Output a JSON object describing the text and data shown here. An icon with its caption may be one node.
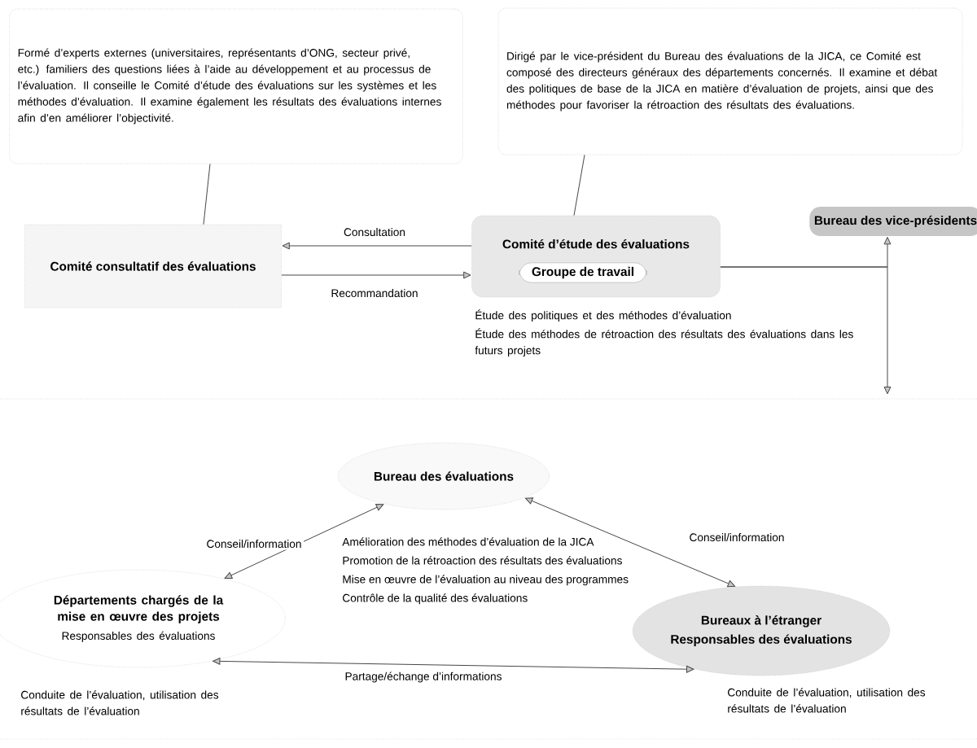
{
  "diagram": {
    "nodes": [
      {
        "text": [
          "Formé d’experts externes (universitaires, représentants d’ONG, secteur privé, etc.) familiers des questions liées à l’aide au développement et au processus de l’évaluation. Il conseille le Comité d’étude des évaluations sur les systèmes et les méthodes d’évaluation. Il examine également les résultats des évaluations internes afin d’en améliorer l’objectivité."
        ]
      },
      {
        "text": [
          "Dirigé par le vice-président du Bureau des évaluations de la JICA, ce Comité est composé des directeurs généraux des départements concernés. Il examine et débat des politiques de base de la JICA en matière d’évaluation de projets, ainsi que des méthodes pour favoriser la rétroaction des résultats des évaluations."
        ]
      },
      {
        "text": [
          "Comité consultatif des évaluations"
        ]
      },
      {
        "text": [
          "Comité d’étude des évaluations"
        ],
        "beside": [
          "Étude des politiques et des méthodes d’évaluation",
          "Étude des méthodes de rétroaction des résultats des évaluations dans les futurs projets"
        ]
      },
      {
        "text": [
          "Groupe de travail"
        ],
        "in": 3
      },
      {
        "text": [
          "Bureau des vice-présidents"
        ]
      },
      {
        "text": [
          "Bureau des évaluations"
        ]
      },
      {
        "text": [
          "Départements chargés de la mise en œuvre des projets",
          "Responsables des évaluations"
        ],
        "beside": [
          "Conduite de l’évaluation, utilisation des résultats de l’évaluation"
        ]
      },
      {
        "text": [
          "Bureaux à l’étranger",
          "Responsables des évaluations"
        ],
        "beside": [
          "Conduite de l’évaluation, utilisation des résultats de l’évaluation"
        ]
      }
    ],
    "edges": [
      {
        "from": 0,
        "to": 2,
        "arrow": "none"
      },
      {
        "from": 1,
        "to": 3,
        "arrow": "none"
      },
      {
        "from": 3,
        "to": 2,
        "arrow": "to",
        "label": "Consultation"
      },
      {
        "from": 2,
        "to": 3,
        "arrow": "to",
        "label": "Recommandation"
      },
      {
        "from": 3,
        "to": 5,
        "arrow": "to"
      },
      {
        "from": 3,
        "to": null,
        "arrow": "to"
      },
      {
        "from": 6,
        "to": 7,
        "arrow": "both",
        "label": "Conseil/information"
      },
      {
        "from": 6,
        "to": 8,
        "arrow": "both",
        "label": "Conseil/information"
      },
      {
        "from": 7,
        "to": 8,
        "arrow": "both",
        "label": "Partage/échange d’informations"
      }
    ],
    "labels": [
      "Amélioration des méthodes d’évaluation de la JICA",
      "Promotion de la rétroaction des résultats des évaluations",
      "Mise en œuvre de l’évaluation au niveau des programmes",
      "Contrôle de la qualité des évaluations"
    ]
  }
}
